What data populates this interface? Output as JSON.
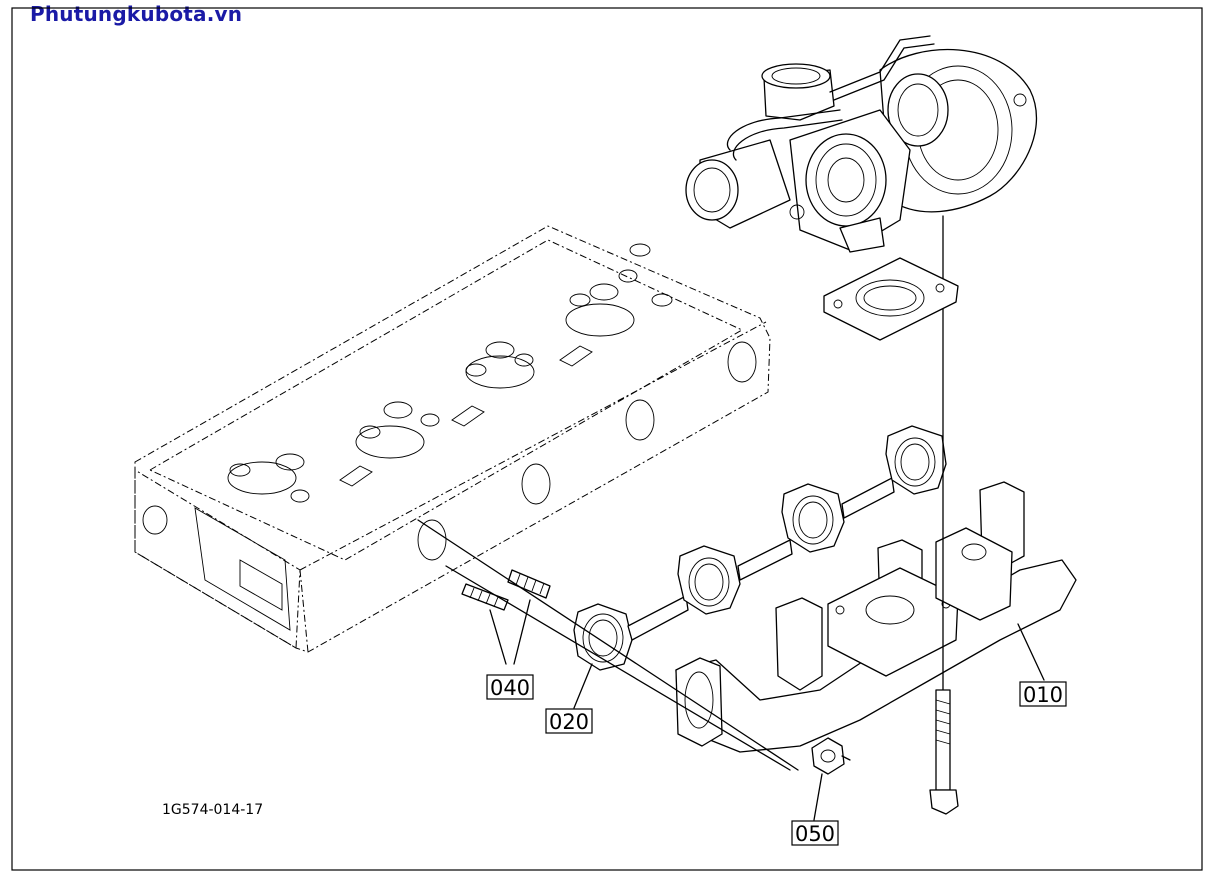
{
  "watermark": {
    "text": "Phutungkubota.vn",
    "color": "#1a1aa6"
  },
  "diagram": {
    "drawing_id": "1G574-014-17",
    "parts": [
      {
        "id": "010",
        "label": "010"
      },
      {
        "id": "020",
        "label": "020"
      },
      {
        "id": "040",
        "label": "040"
      },
      {
        "id": "050",
        "label": "050"
      }
    ]
  }
}
